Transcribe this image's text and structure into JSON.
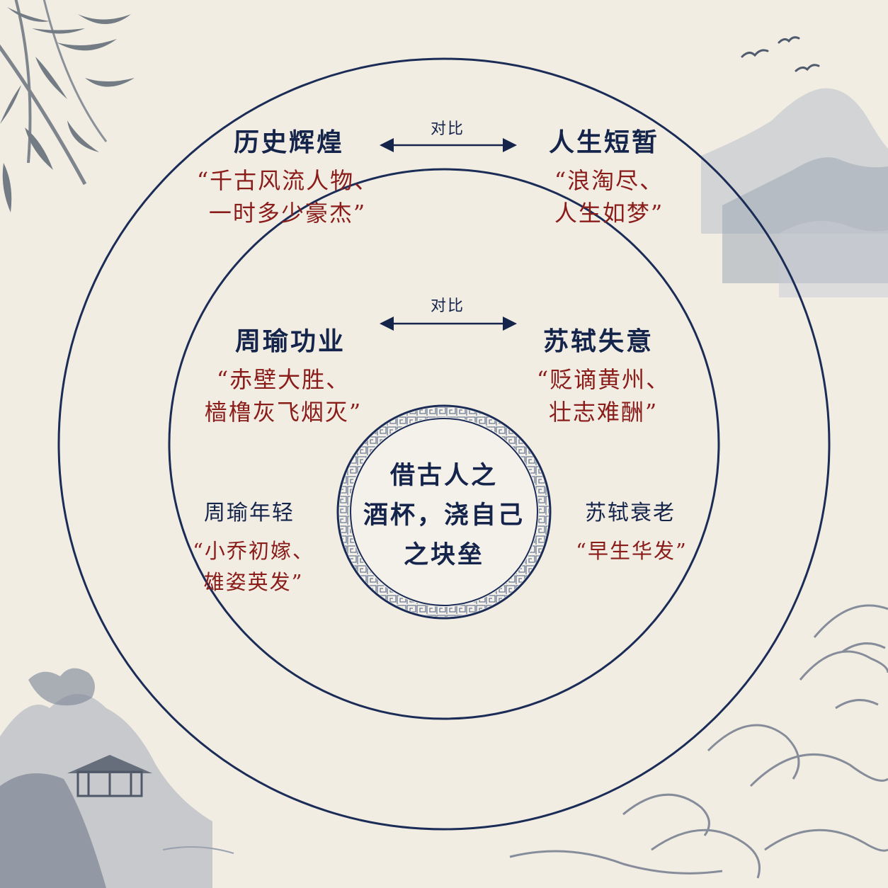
{
  "colors": {
    "paper": "#f1ede3",
    "navy": "#15244a",
    "crimson": "#8a1c1a",
    "ink_wash": "#8b93a3"
  },
  "outer_ring": {
    "contrast_label": "对比",
    "left": {
      "heading": "历史辉煌",
      "quote": [
        "“千古风流人物、",
        "一时多少豪杰”"
      ]
    },
    "right": {
      "heading": "人生短暂",
      "quote": [
        "“浪淘尽、",
        "人生如梦”"
      ]
    }
  },
  "middle_ring": {
    "contrast_label": "对比",
    "upper_left": {
      "heading": "周瑜功业",
      "quote": [
        "“赤壁大胜、",
        "樯橹灰飞烟灭”"
      ]
    },
    "upper_right": {
      "heading": "苏轼失意",
      "quote": [
        "“贬谪黄州、",
        "壮志难酬”"
      ]
    },
    "lower_left": {
      "heading": "周瑜年轻",
      "quote": [
        "“小乔初嫁、",
        "雄姿英发”"
      ]
    },
    "lower_right": {
      "heading": "苏轼衰老",
      "quote": [
        "“早生华发”"
      ]
    }
  },
  "core": {
    "lines": [
      "借古人之",
      "酒杯，浇自己",
      "之块垒"
    ]
  },
  "decorations": {
    "top_left": "bamboo-icon",
    "top_right": "mountain-icon",
    "birds": "bird-icon",
    "bottom_left": "pavilion-icon",
    "bottom_right": "wave-icon"
  }
}
